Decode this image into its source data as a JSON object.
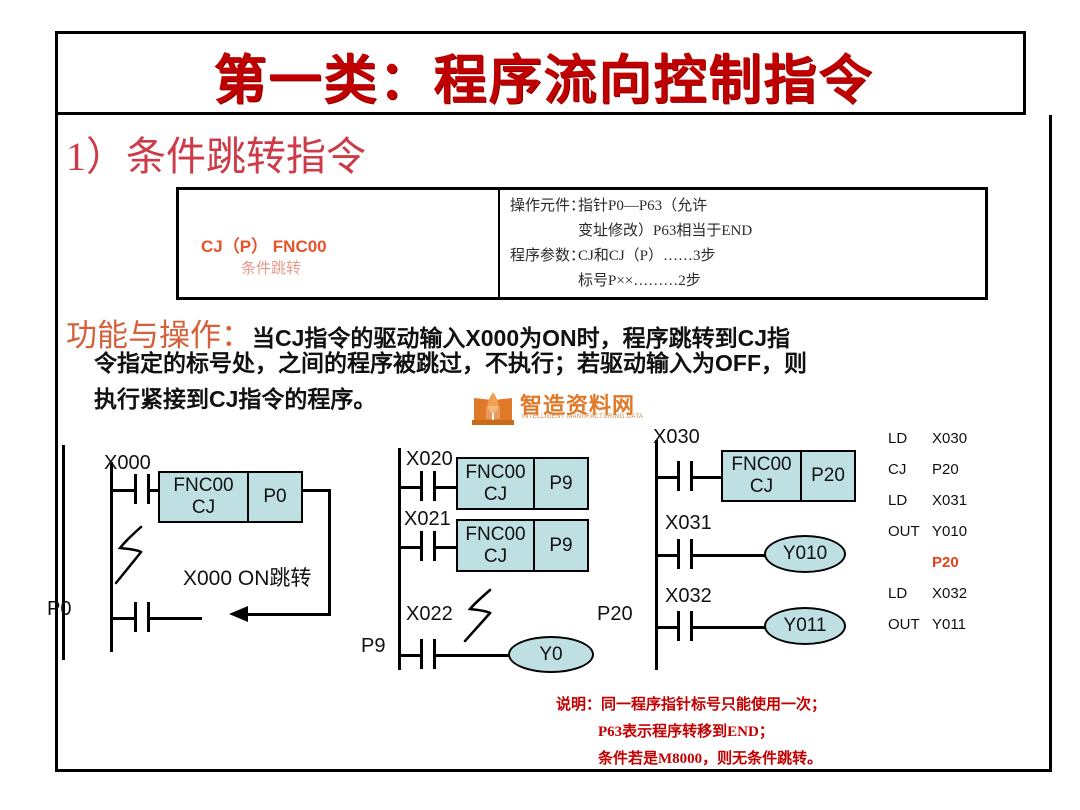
{
  "slide": {
    "title": "第一类：程序流向控制指令",
    "subtitle": "1）条件跳转指令"
  },
  "spec_table": {
    "left": {
      "code": "CJ（P）  FNC00",
      "name": "条件跳转"
    },
    "right": {
      "lines": [
        {
          "label": "操作元件：",
          "text": "指针P0—P63（允许"
        },
        {
          "label": "",
          "text": "变址修改）P63相当于END"
        },
        {
          "label": "程序参数：",
          "text": "CJ和CJ（P）……3步"
        },
        {
          "label": "",
          "text": "标号P××………2步"
        }
      ]
    }
  },
  "description": {
    "heading": "功能与操作：",
    "line1": "当CJ指令的驱动输入X000为ON时，程序跳转到CJ指",
    "line2": "令指定的标号处，之间的程序被跳过，不执行；若驱动输入为OFF，则",
    "line3": "执行紧接到CJ指令的程序。"
  },
  "watermark": {
    "cn": "智造资料网",
    "en": "INTELLIGENT MANUFACTURING DATA",
    "color": "#e0792a"
  },
  "ladder1": {
    "rail_label": "P0",
    "contact1_label": "X000",
    "box": {
      "fnc": "FNC00",
      "instr": "CJ",
      "pointer": "P0"
    },
    "annotation": "X000  ON跳转"
  },
  "ladder2": {
    "rail_label": "P9",
    "rungs": [
      {
        "contact": "X020",
        "box": {
          "fnc": "FNC00",
          "instr": "CJ",
          "pointer": "P9"
        }
      },
      {
        "contact": "X021",
        "box": {
          "fnc": "FNC00",
          "instr": "CJ",
          "pointer": "P9"
        }
      },
      {
        "contact": "X022",
        "coil": "Y0"
      }
    ]
  },
  "ladder3": {
    "rail_label": "P20",
    "rungs": [
      {
        "contact": "X030",
        "box": {
          "fnc": "FNC00",
          "instr": "CJ",
          "pointer": "P20"
        }
      },
      {
        "contact": "X031",
        "coil": "Y010"
      },
      {
        "contact": "X032",
        "coil": "Y011"
      }
    ]
  },
  "instruction_list": [
    {
      "op": "LD",
      "arg": "X030",
      "is_label": false
    },
    {
      "op": "CJ",
      "arg": "P20",
      "is_label": false
    },
    {
      "op": "LD",
      "arg": "X031",
      "is_label": false
    },
    {
      "op": "OUT",
      "arg": "Y010",
      "is_label": false
    },
    {
      "op": "",
      "arg": "P20",
      "is_label": true
    },
    {
      "op": "LD",
      "arg": "X032",
      "is_label": false
    },
    {
      "op": "OUT",
      "arg": "Y011",
      "is_label": false
    }
  ],
  "note": {
    "line1": "说明：同一程序指针标号只能使用一次；",
    "line2": "P63表示程序转移到END；",
    "line3": "条件若是M8000，则无条件跳转。"
  },
  "colors": {
    "title_red": "#c00000",
    "subtitle_red": "#cc3b47",
    "spec_orange": "#e8522a",
    "note_red": "#c20000",
    "box_fill": "#bfe0e2"
  }
}
